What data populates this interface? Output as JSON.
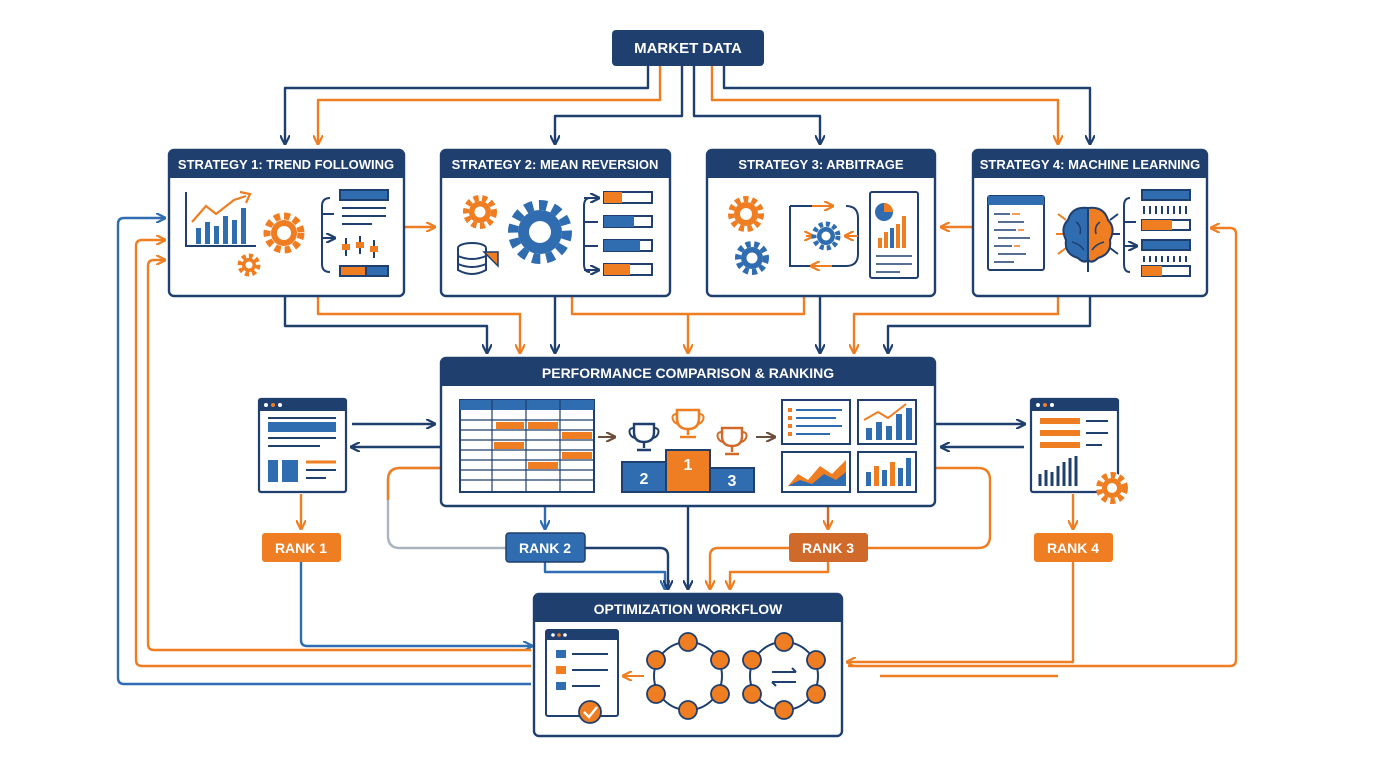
{
  "colors": {
    "navy": "#1f3f6e",
    "blue": "#2f6db0",
    "orange": "#ef7d22",
    "darkorange": "#d06a2a",
    "gray": "#a9b4be",
    "white": "#ffffff"
  },
  "source": {
    "label": "MARKET DATA"
  },
  "strategies": [
    {
      "title": "STRATEGY 1: TREND FOLLOWING",
      "icons": [
        "line-chart-icon",
        "gear-icon",
        "checklist-icon"
      ]
    },
    {
      "title": "STRATEGY 2: MEAN REVERSION",
      "icons": [
        "gear-icon",
        "database-icon",
        "bar-list-icon"
      ]
    },
    {
      "title": "STRATEGY 3: ARBITRAGE",
      "icons": [
        "gear-icon",
        "cycle-icon",
        "report-icon"
      ]
    },
    {
      "title": "STRATEGY 4: MACHINE LEARNING",
      "icons": [
        "code-window-icon",
        "brain-icon",
        "bar-list-icon"
      ]
    }
  ],
  "comparison": {
    "title": "PERFORMANCE COMPARISON & RANKING",
    "podium": [
      "2",
      "1",
      "3"
    ]
  },
  "ranks": [
    "RANK 1",
    "RANK 2",
    "RANK 3",
    "RANK 4"
  ],
  "optimization": {
    "title": "OPTIMIZATION WORKFLOW"
  }
}
